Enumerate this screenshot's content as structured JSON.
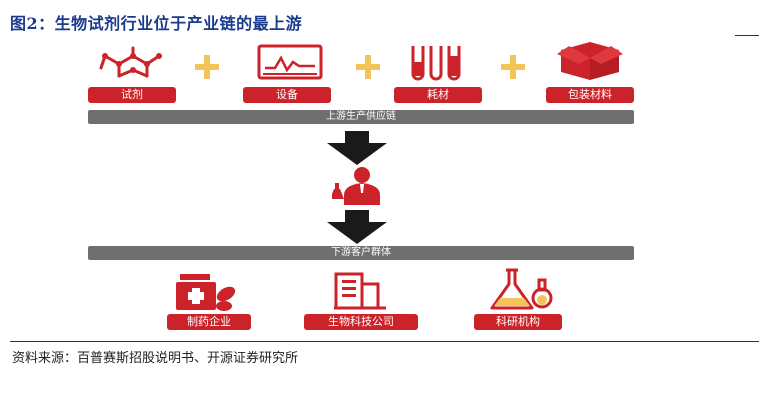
{
  "title": "图2：生物试剂行业位于产业链的最上游",
  "upstream": {
    "items": [
      {
        "label": "试剂",
        "icon": "molecule-icon"
      },
      {
        "label": "设备",
        "icon": "instrument-monitor-icon"
      },
      {
        "label": "耗材",
        "icon": "test-tubes-icon"
      },
      {
        "label": "包装材料",
        "icon": "package-box-icon"
      }
    ],
    "bar_label": "上游生产供应链"
  },
  "middle": {
    "icon": "scientist-icon"
  },
  "downstream": {
    "bar_label": "下游客户群体",
    "items": [
      {
        "label": "制药企业",
        "icon": "pharma-kit-icon"
      },
      {
        "label": "生物科技公司",
        "icon": "company-building-icon"
      },
      {
        "label": "科研机构",
        "icon": "lab-flask-icon"
      }
    ]
  },
  "source": "资料来源：百普赛斯招股说明书、开源证券研究所",
  "colors": {
    "accent_red": "#cc2229",
    "bar_gray": "#6f6f6f",
    "plus_yellow": "#f2c45a",
    "title_blue": "#1a3a8c"
  }
}
